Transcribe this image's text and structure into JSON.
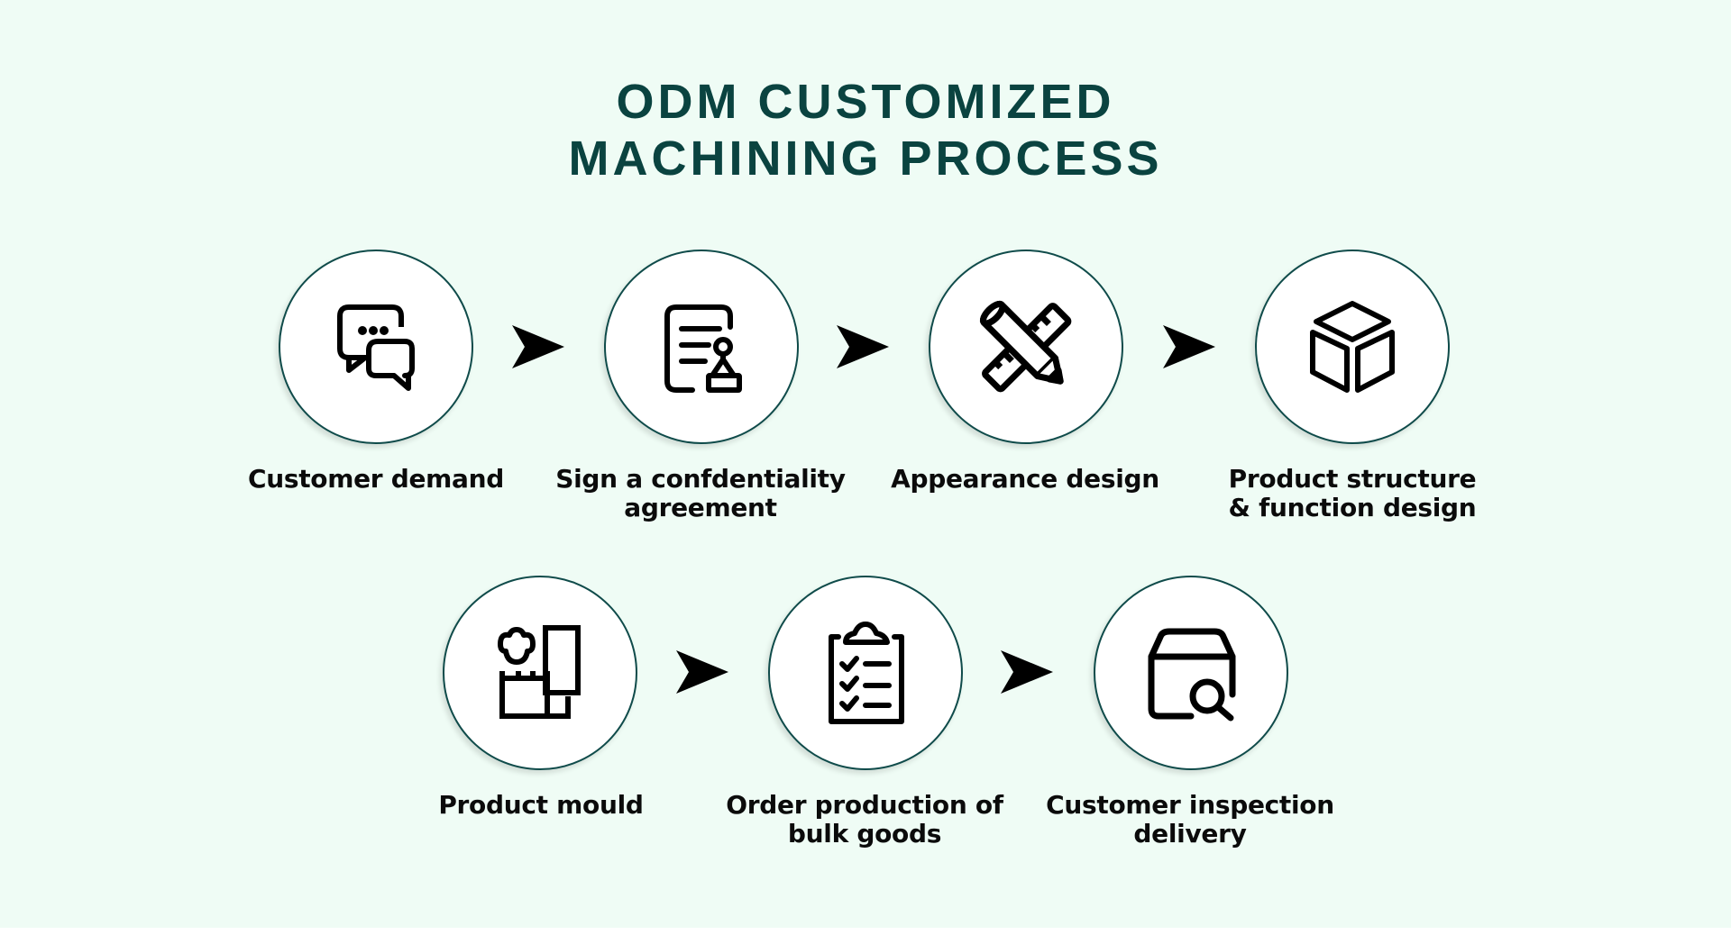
{
  "title": {
    "line1": "ODM CUSTOMIZED",
    "line2": "MACHINING PROCESS"
  },
  "colors": {
    "background": "#effcf5",
    "title": "#0a4340",
    "circle_border": "#0f4b4a",
    "icon": "#000000"
  },
  "steps": [
    {
      "label_line1": "Customer demand",
      "label_line2": "",
      "icon": "chat-bubbles-icon"
    },
    {
      "label_line1": "Sign a confdentiality",
      "label_line2": "agreement",
      "icon": "document-stamp-icon"
    },
    {
      "label_line1": "Appearance design",
      "label_line2": "",
      "icon": "ruler-pencil-icon"
    },
    {
      "label_line1": "Product structure",
      "label_line2": "& function design",
      "icon": "cube-icon"
    },
    {
      "label_line1": "Product mould",
      "label_line2": "",
      "icon": "mould-shapes-icon"
    },
    {
      "label_line1": "Order production of",
      "label_line2": "bulk goods",
      "icon": "clipboard-checklist-icon"
    },
    {
      "label_line1": "Customer inspection",
      "label_line2": "delivery",
      "icon": "box-search-icon"
    }
  ],
  "arrows": [
    "arrow-right-icon",
    "arrow-right-icon",
    "arrow-right-icon",
    "arrow-right-icon",
    "arrow-right-icon"
  ]
}
